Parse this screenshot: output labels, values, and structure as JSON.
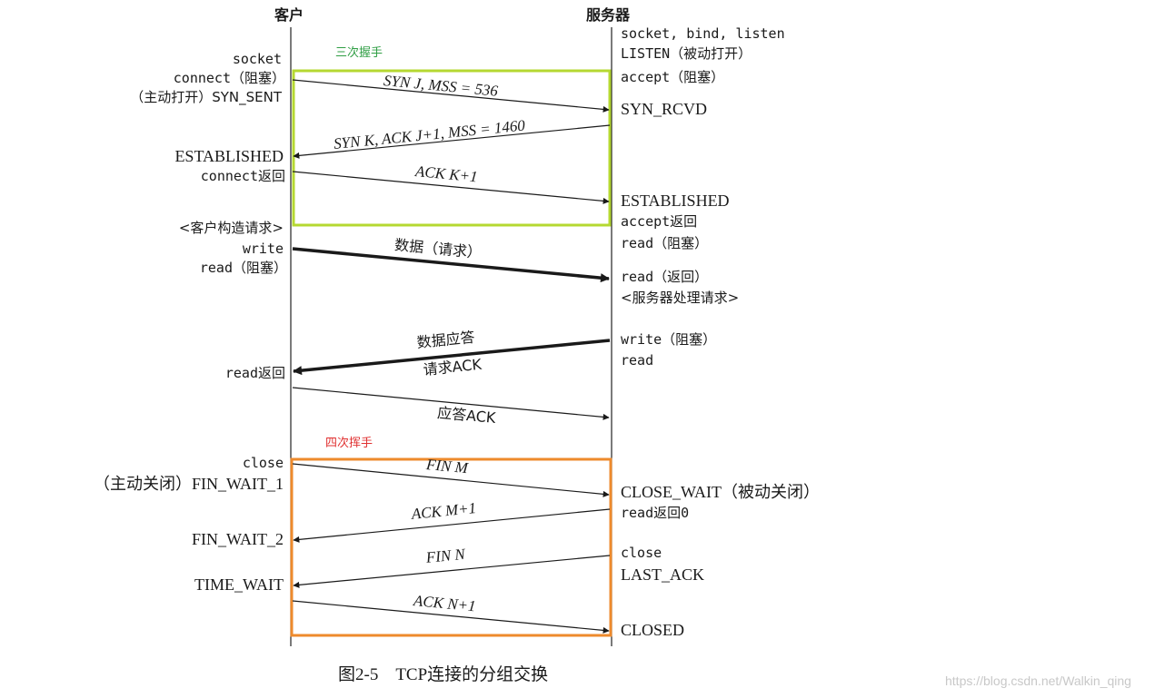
{
  "headers": {
    "client": "客户",
    "server": "服务器"
  },
  "boxes": {
    "handshake": {
      "label": "三次握手",
      "color": "#b5d831",
      "label_color": "#2f9e44"
    },
    "wave": {
      "label": "四次挥手",
      "color": "#ee8a2c",
      "label_color": "#e03131"
    }
  },
  "client_labels": {
    "socket": "socket",
    "connect": "connect（阻塞）",
    "syn_sent": "（主动打开）SYN_SENT",
    "established": "ESTABLISHED",
    "connect_return": "connect返回",
    "build_request": "<客户构造请求>",
    "write": "write",
    "read_block": "read（阻塞）",
    "read_return": "read返回",
    "close": "close",
    "fin_wait_1": "（主动关闭）FIN_WAIT_1",
    "fin_wait_2": "FIN_WAIT_2",
    "time_wait": "TIME_WAIT"
  },
  "server_labels": {
    "socket_bind_listen": "socket, bind, listen",
    "listen": "LISTEN（被动打开）",
    "accept_block": "accept（阻塞）",
    "syn_rcvd": "SYN_RCVD",
    "established": "ESTABLISHED",
    "accept_return": "accept返回",
    "read_block": "read（阻塞）",
    "read_return": "read（返回）",
    "process_request": "<服务器处理请求>",
    "write_block": "write（阻塞）",
    "read": "read",
    "close_wait": "CLOSE_WAIT（被动关闭）",
    "read_return_0": "read返回0",
    "close": "close",
    "last_ack": "LAST_ACK",
    "closed": "CLOSED"
  },
  "messages": {
    "syn_j": "SYN J, MSS = 536",
    "syn_k": "SYN K, ACK J+1, MSS = 1460",
    "ack_k": "ACK K+1",
    "data_request": "数据（请求）",
    "data_reply": "数据应答",
    "request_ack": "请求ACK",
    "reply_ack": "应答ACK",
    "fin_m": "FIN M",
    "ack_m": "ACK M+1",
    "fin_n": "FIN N",
    "ack_n": "ACK N+1"
  },
  "caption": "图2-5    TCP连接的分组交换",
  "watermark": "https://blog.csdn.net/Walkin_qing"
}
